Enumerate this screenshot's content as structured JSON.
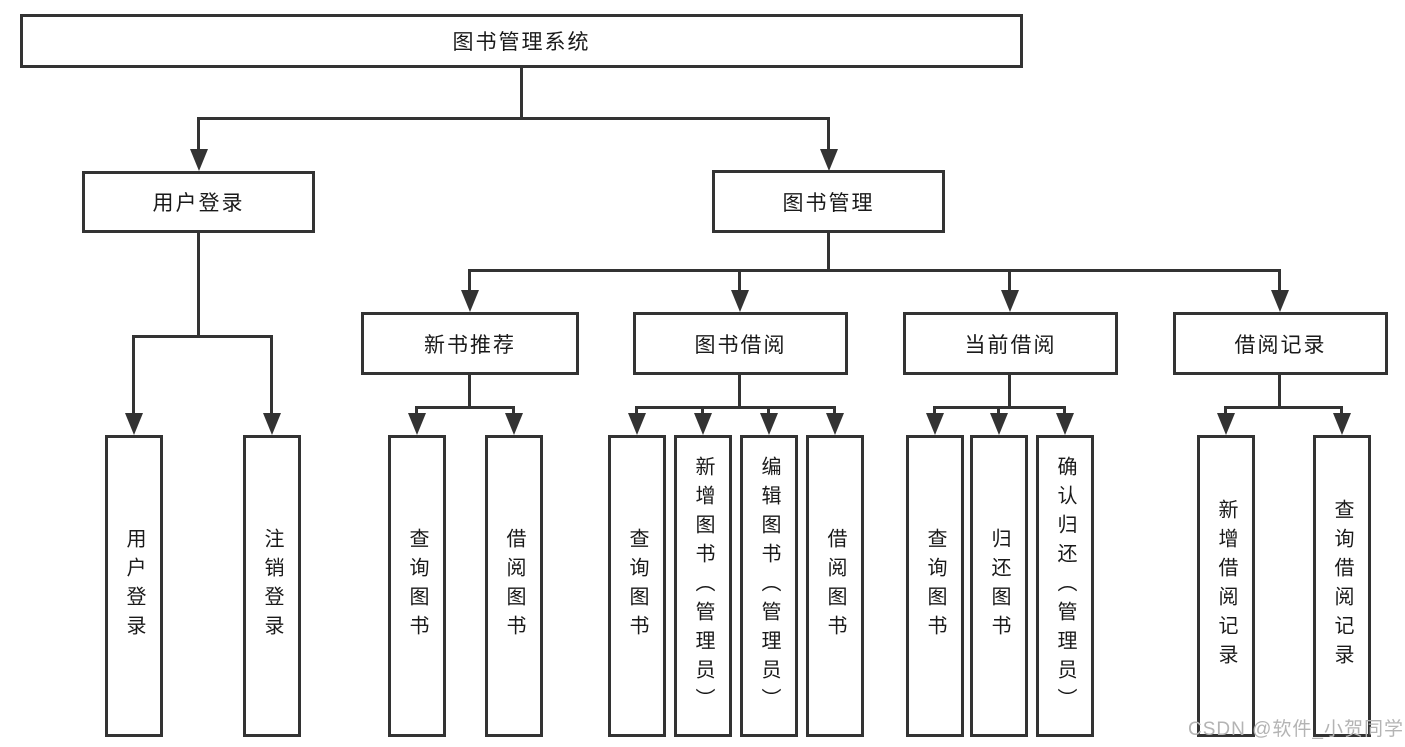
{
  "nodes": {
    "root": "图书管理系统",
    "user_login": "用户登录",
    "book_management": "图书管理",
    "new_book_recommend": "新书推荐",
    "book_borrow": "图书借阅",
    "current_borrow": "当前借阅",
    "borrow_record": "借阅记录",
    "leaf_user_login": "用户登录",
    "leaf_logout": "注销登录",
    "leaf_query_book_a": "查询图书",
    "leaf_borrow_book_a": "借阅图书",
    "leaf_query_book_b": "查询图书",
    "leaf_add_book": "新增图书（管理员）",
    "leaf_edit_book": "编辑图书（管理员）",
    "leaf_borrow_book_b": "借阅图书",
    "leaf_query_book_c": "查询图书",
    "leaf_return_book": "归还图书",
    "leaf_confirm_return": "确认归还（管理员）",
    "leaf_add_record": "新增借阅记录",
    "leaf_query_record": "查询借阅记录"
  },
  "watermark": "CSDN @软件_小贺同学",
  "colors": {
    "line": "#333333",
    "text": "#1a1a1a",
    "watermark": "#b4b4b4",
    "background": "#ffffff"
  }
}
